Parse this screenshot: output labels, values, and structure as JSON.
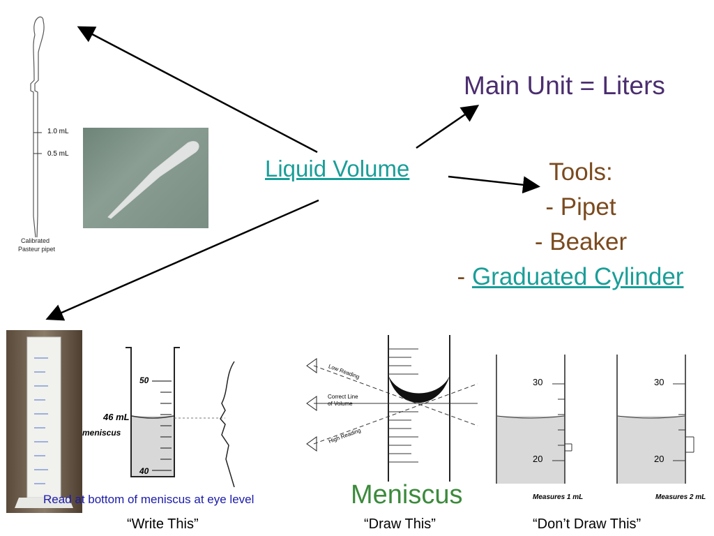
{
  "center": {
    "title": "Liquid Volume"
  },
  "main_unit": {
    "text": "Main Unit = Liters"
  },
  "tools": {
    "heading": "Tools:",
    "items": [
      {
        "prefix": "- ",
        "label": "Pipet"
      },
      {
        "prefix": "- ",
        "label": "Beaker"
      },
      {
        "prefix": "- ",
        "label": "Graduated Cylinder"
      }
    ]
  },
  "pipet_figure": {
    "marks": [
      "1.0 mL",
      "0.5 mL"
    ],
    "caption_line1": "Calibrated",
    "caption_line2": "Pasteur pipet"
  },
  "meniscus_figure": {
    "scale_top": "50",
    "scale_bottom": "40",
    "reading": "46 mL",
    "meniscus_label": "meniscus",
    "instruction": "Read at bottom of meniscus at eye level"
  },
  "eye_figure": {
    "low": "Low Reading",
    "correct_line1": "Correct Line",
    "correct_line2": "of Volume",
    "high": "High Reading"
  },
  "meniscus_word": "Meniscus",
  "cylinders_figure": {
    "left_top": "30",
    "left_bottom": "20",
    "left_caption": "Measures 1 mL",
    "right_top": "30",
    "right_bottom": "20",
    "right_caption": "Measures 2 mL"
  },
  "captions": {
    "write": "“Write This”",
    "draw": "“Draw This”",
    "dont_draw": "“Don’t Draw This”"
  },
  "colors": {
    "link": "#1a9e98",
    "main_unit": "#4b2d6f",
    "tools": "#7a4a1e",
    "meniscus_word": "#3c8a3c",
    "instruction": "#1a1aaa"
  }
}
